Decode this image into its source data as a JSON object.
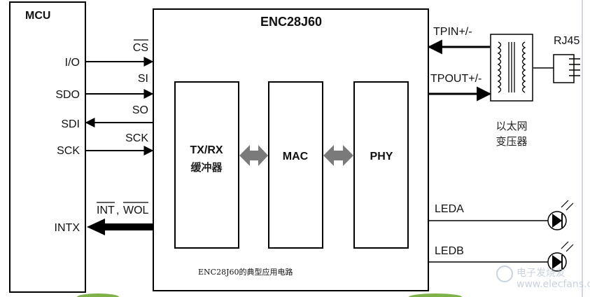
{
  "mcu": {
    "title": "MCU",
    "pins": {
      "io": "I/O",
      "sdo": "SDO",
      "sdi": "SDI",
      "sck": "SCK",
      "intx": "INTX"
    }
  },
  "enc": {
    "title": "ENC28J60",
    "signals": {
      "cs": "CS",
      "si": "SI",
      "so": "SO",
      "sck": "SCK",
      "int": "INT",
      "wol": "WOL",
      "sep": ","
    },
    "blocks": {
      "txrx_line1": "TX/RX",
      "txrx_line2": "缓冲器",
      "mac": "MAC",
      "phy": "PHY"
    },
    "caption": "ENC28J60的典型应用电路"
  },
  "external": {
    "tpin": "TPIN+/-",
    "tpout": "TPOUT+/-",
    "rj45": "RJ45",
    "transformer_line1": "以太网",
    "transformer_line2": "变压器",
    "leda": "LEDA",
    "ledb": "LEDB"
  },
  "watermark": {
    "cn": "电子发烧友",
    "url": "www.elecfans.com"
  }
}
